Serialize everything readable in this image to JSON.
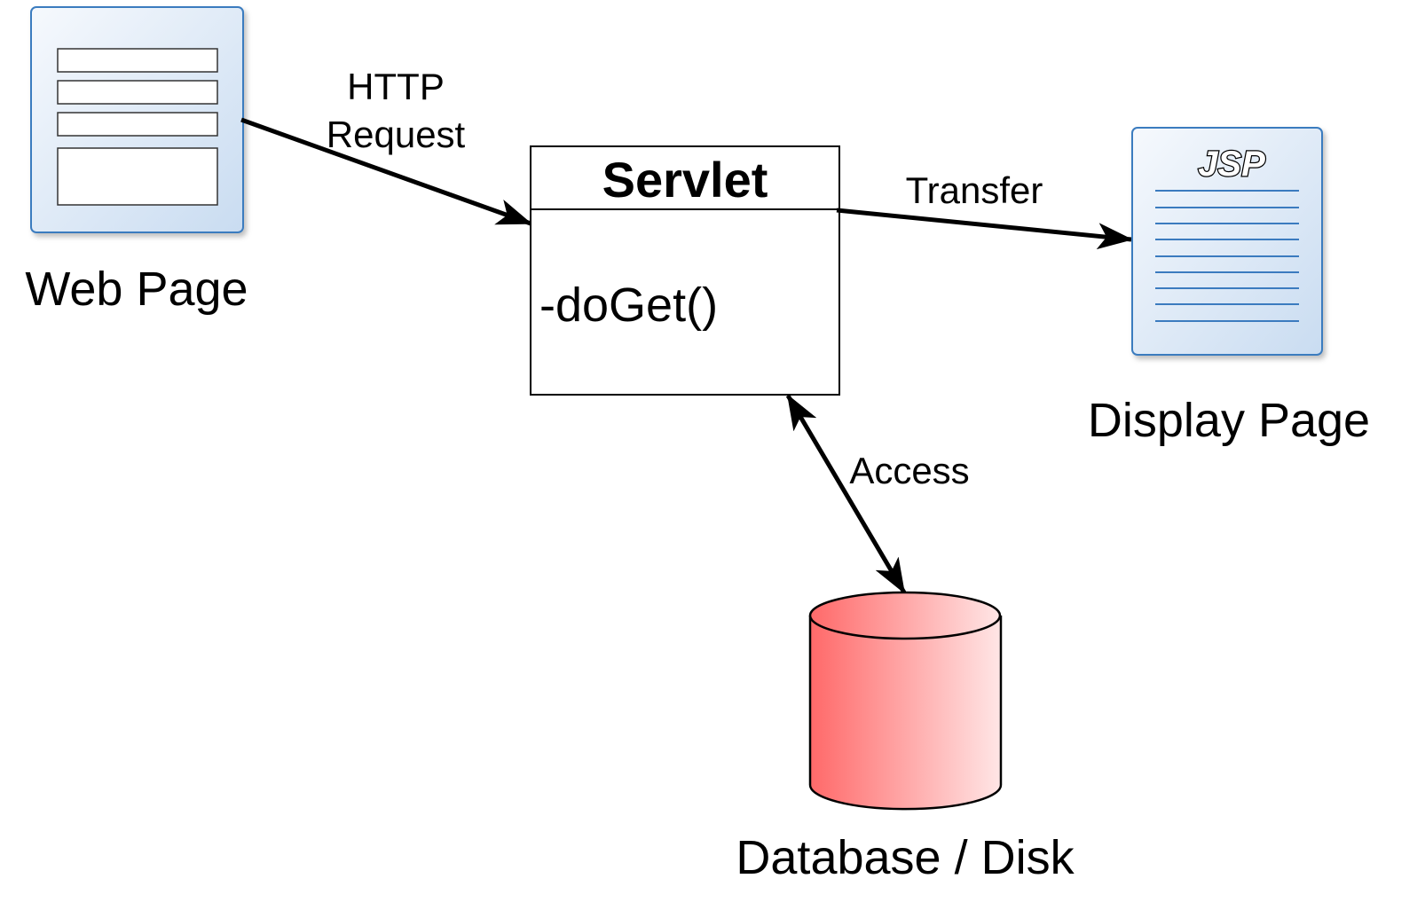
{
  "nodes": {
    "web_page": {
      "label": "Web Page"
    },
    "servlet": {
      "title": "Servlet",
      "method": "-doGet()"
    },
    "display_page": {
      "label": "Display Page",
      "badge": "JSP"
    },
    "database": {
      "label": "Database / Disk"
    }
  },
  "edges": {
    "http_request": {
      "label_line1": "HTTP",
      "label_line2": "Request"
    },
    "transfer": {
      "label": "Transfer"
    },
    "access": {
      "label": "Access"
    }
  },
  "colors": {
    "page_icon_fill_top": "#f4f8fd",
    "page_icon_fill_bottom": "#cfe0f3",
    "page_icon_stroke": "#3b7bbf",
    "jsp_line": "#3b7bbf",
    "db_fill_left": "#ff6b6b",
    "db_fill_right": "#ffe3e3",
    "stroke": "#000000"
  }
}
